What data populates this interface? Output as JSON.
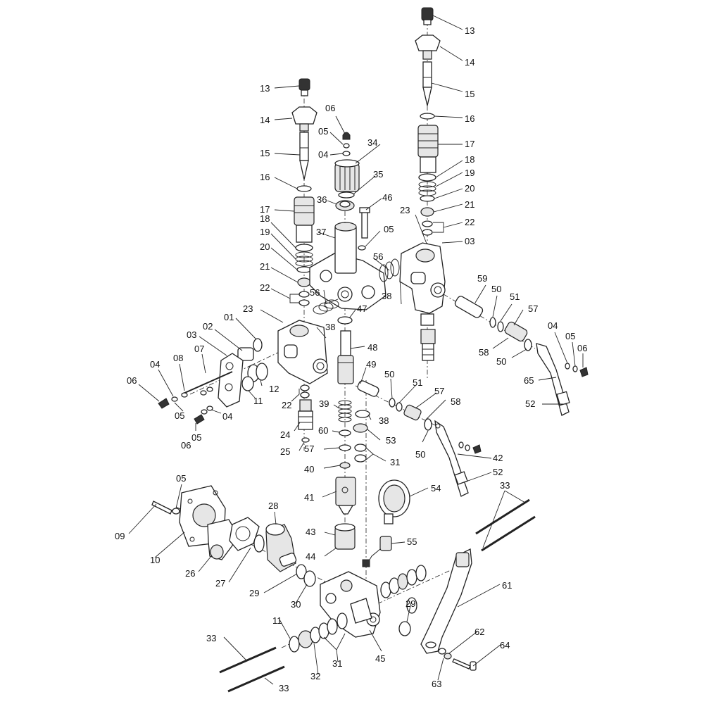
{
  "callouts": [
    {
      "text": "13",
      "id": "13-r"
    },
    {
      "text": "14",
      "id": "14-r"
    },
    {
      "text": "15",
      "id": "15-r"
    },
    {
      "text": "16",
      "id": "16-r"
    },
    {
      "text": "17",
      "id": "17-r"
    },
    {
      "text": "18",
      "id": "18-r"
    },
    {
      "text": "19",
      "id": "19-r"
    },
    {
      "text": "20",
      "id": "20-r"
    },
    {
      "text": "21",
      "id": "21-r"
    },
    {
      "text": "22",
      "id": "22-r"
    },
    {
      "text": "03",
      "id": "03-r"
    },
    {
      "text": "23",
      "id": "23-r"
    },
    {
      "text": "13",
      "id": "13-l"
    },
    {
      "text": "14",
      "id": "14-l"
    },
    {
      "text": "15",
      "id": "15-l"
    },
    {
      "text": "16",
      "id": "16-l"
    },
    {
      "text": "17",
      "id": "17-l"
    },
    {
      "text": "18",
      "id": "18-l"
    },
    {
      "text": "19",
      "id": "19-l"
    },
    {
      "text": "20",
      "id": "20-l"
    },
    {
      "text": "21",
      "id": "21-l"
    },
    {
      "text": "22",
      "id": "22-l"
    },
    {
      "text": "06",
      "id": "06-c"
    },
    {
      "text": "05",
      "id": "05-c"
    },
    {
      "text": "04",
      "id": "04-c"
    },
    {
      "text": "34",
      "id": "34"
    },
    {
      "text": "35",
      "id": "35"
    },
    {
      "text": "36",
      "id": "36"
    },
    {
      "text": "46",
      "id": "46"
    },
    {
      "text": "05",
      "id": "05-c2"
    },
    {
      "text": "37",
      "id": "37"
    },
    {
      "text": "56",
      "id": "56-a"
    },
    {
      "text": "56",
      "id": "56-b"
    },
    {
      "text": "38",
      "id": "38-a"
    },
    {
      "text": "38",
      "id": "38-b"
    },
    {
      "text": "47",
      "id": "47"
    },
    {
      "text": "23",
      "id": "23-l"
    },
    {
      "text": "01",
      "id": "01"
    },
    {
      "text": "02",
      "id": "02"
    },
    {
      "text": "03",
      "id": "03-l"
    },
    {
      "text": "07",
      "id": "07"
    },
    {
      "text": "08",
      "id": "08"
    },
    {
      "text": "04",
      "id": "04-l"
    },
    {
      "text": "06",
      "id": "06-l"
    },
    {
      "text": "05",
      "id": "05-l"
    },
    {
      "text": "12",
      "id": "12"
    },
    {
      "text": "11",
      "id": "11-a"
    },
    {
      "text": "22",
      "id": "22-m"
    },
    {
      "text": "05",
      "id": "05-l2"
    },
    {
      "text": "04",
      "id": "04-l2"
    },
    {
      "text": "06",
      "id": "06-l2"
    },
    {
      "text": "48",
      "id": "48"
    },
    {
      "text": "49",
      "id": "49"
    },
    {
      "text": "50",
      "id": "50-a"
    },
    {
      "text": "51",
      "id": "51-a"
    },
    {
      "text": "57",
      "id": "57-a"
    },
    {
      "text": "58",
      "id": "58-a"
    },
    {
      "text": "39",
      "id": "39"
    },
    {
      "text": "38",
      "id": "38-c"
    },
    {
      "text": "24",
      "id": "24"
    },
    {
      "text": "60",
      "id": "60"
    },
    {
      "text": "53",
      "id": "53"
    },
    {
      "text": "25",
      "id": "25"
    },
    {
      "text": "57",
      "id": "57-b"
    },
    {
      "text": "31",
      "id": "31-a"
    },
    {
      "text": "40",
      "id": "40"
    },
    {
      "text": "50",
      "id": "50-b"
    },
    {
      "text": "59",
      "id": "59"
    },
    {
      "text": "50",
      "id": "50-c"
    },
    {
      "text": "51",
      "id": "51-b"
    },
    {
      "text": "57",
      "id": "57-c"
    },
    {
      "text": "04",
      "id": "04-r"
    },
    {
      "text": "05",
      "id": "05-r"
    },
    {
      "text": "06",
      "id": "06-r"
    },
    {
      "text": "58",
      "id": "58-b"
    },
    {
      "text": "50",
      "id": "50-d"
    },
    {
      "text": "65",
      "id": "65"
    },
    {
      "text": "52",
      "id": "52-a"
    },
    {
      "text": "42",
      "id": "42"
    },
    {
      "text": "52",
      "id": "52-b"
    },
    {
      "text": "41",
      "id": "41"
    },
    {
      "text": "54",
      "id": "54"
    },
    {
      "text": "33",
      "id": "33-a"
    },
    {
      "text": "05",
      "id": "05-b"
    },
    {
      "text": "28",
      "id": "28"
    },
    {
      "text": "09",
      "id": "09"
    },
    {
      "text": "10",
      "id": "10"
    },
    {
      "text": "43",
      "id": "43"
    },
    {
      "text": "44",
      "id": "44"
    },
    {
      "text": "55",
      "id": "55"
    },
    {
      "text": "26",
      "id": "26"
    },
    {
      "text": "27",
      "id": "27"
    },
    {
      "text": "29",
      "id": "29-a"
    },
    {
      "text": "30",
      "id": "30"
    },
    {
      "text": "61",
      "id": "61"
    },
    {
      "text": "29",
      "id": "29-b"
    },
    {
      "text": "11",
      "id": "11-b"
    },
    {
      "text": "33",
      "id": "33-b"
    },
    {
      "text": "62",
      "id": "62"
    },
    {
      "text": "64",
      "id": "64"
    },
    {
      "text": "32",
      "id": "32"
    },
    {
      "text": "31",
      "id": "31-b"
    },
    {
      "text": "45",
      "id": "45"
    },
    {
      "text": "63",
      "id": "63"
    },
    {
      "text": "33",
      "id": "33-c"
    }
  ]
}
